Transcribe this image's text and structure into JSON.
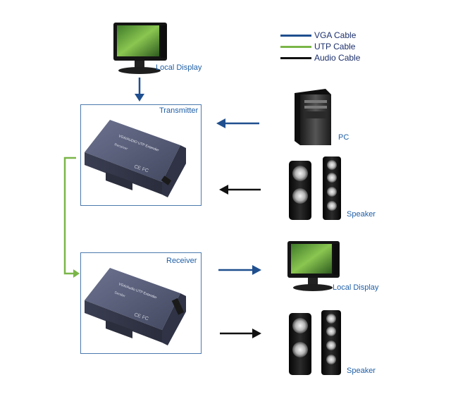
{
  "legend": {
    "items": [
      {
        "label": "VGA Cable",
        "color": "#1f4f8f"
      },
      {
        "label": "UTP Cable",
        "color": "#7ab648"
      },
      {
        "label": "Audio Cable",
        "color": "#111111"
      }
    ]
  },
  "labels": {
    "local_display_top": "Local Display",
    "transmitter": "Transmitter",
    "pc": "PC",
    "speaker_top": "Speaker",
    "receiver": "Receiver",
    "local_display_bottom": "Local Display",
    "speaker_bottom": "Speaker"
  },
  "devices": {
    "transmitter_unit": {
      "line1": "VGA/AUDIO UTP Extender",
      "line2": "Receiver"
    },
    "receiver_unit": {
      "line1": "VGA/Audio UTP Extender",
      "line2": "Sender"
    }
  }
}
